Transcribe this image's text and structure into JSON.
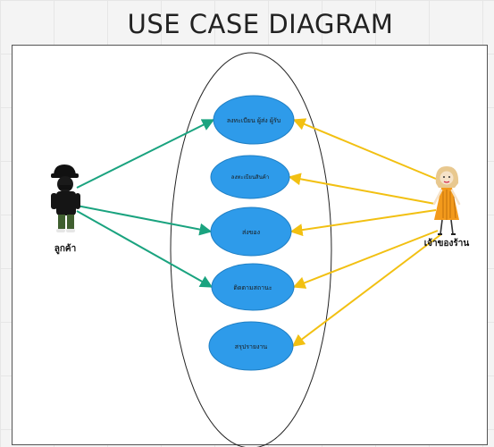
{
  "title": "USE CASE DIAGRAM",
  "colors": {
    "use_case_fill": "#2e9bea",
    "use_case_stroke": "#1f7fc4",
    "customer_arrow": "#1aa37f",
    "owner_arrow": "#f2c012",
    "boundary": "#222222"
  },
  "actors": {
    "customer": {
      "label": "ลูกค้า",
      "icon": "customer-figure"
    },
    "owner": {
      "label": "เจ้าของร้าน",
      "icon": "shop-owner-figure"
    }
  },
  "use_cases": [
    {
      "label": "ลงทะเบียน ผู้ส่ง ผู้รับ"
    },
    {
      "label": "ลงทะเบียนสินค้า"
    },
    {
      "label": "ส่งของ"
    },
    {
      "label": "ติดตามสถานะ"
    },
    {
      "label": "สรุปรายงาน"
    }
  ],
  "associations": {
    "customer": [
      0,
      2,
      3
    ],
    "owner": [
      0,
      1,
      2,
      3,
      4
    ]
  }
}
